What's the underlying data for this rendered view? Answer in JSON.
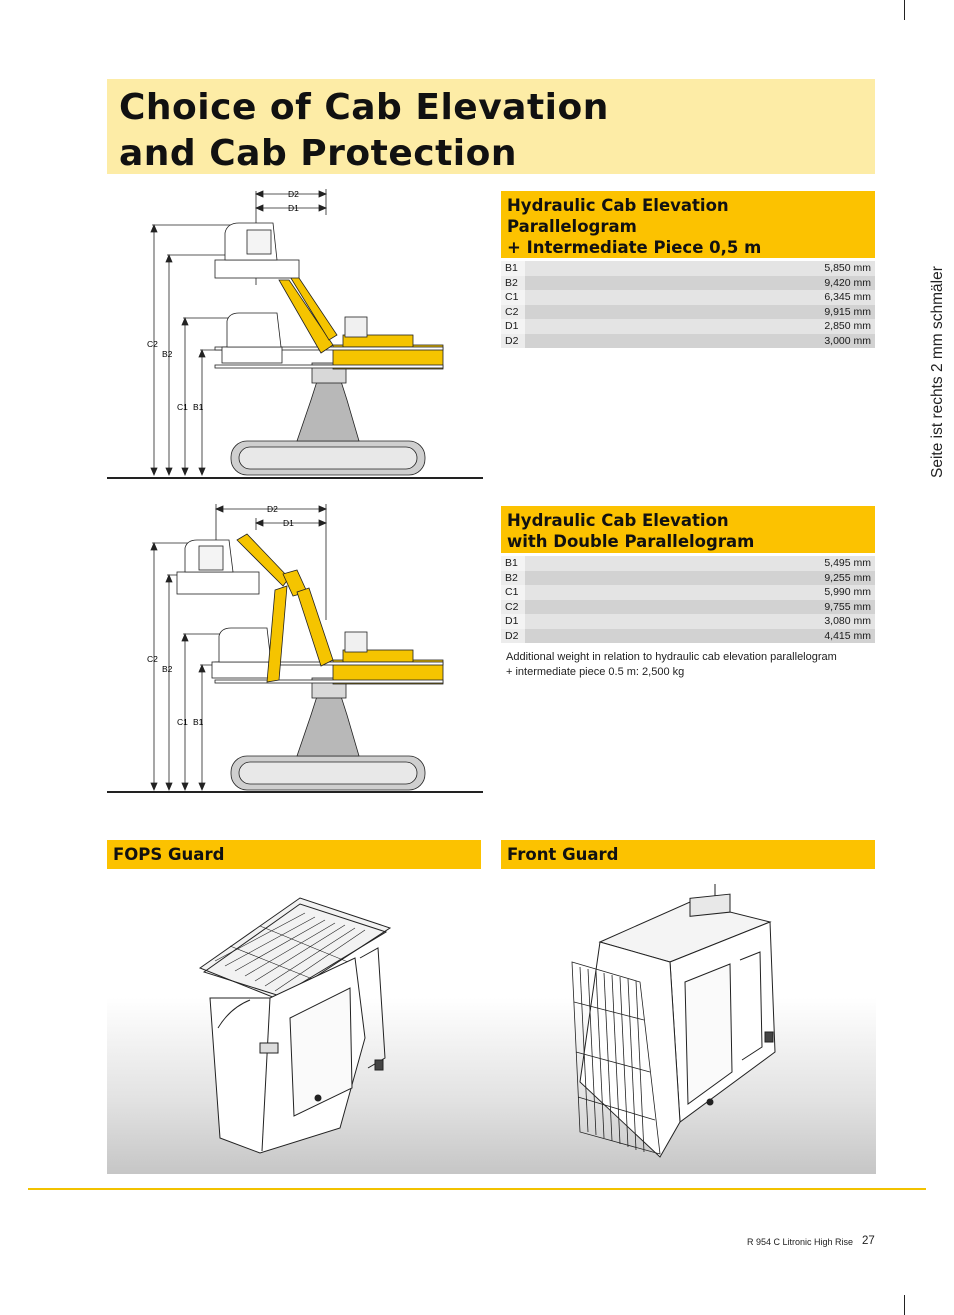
{
  "page_title_line1": "Choice of Cab Elevation",
  "page_title_line2": "and Cab Protection",
  "section1": {
    "title_lines": [
      "Hydraulic Cab Elevation",
      "Parallelogram",
      "+ Intermediate Piece 0,5 m"
    ],
    "rows": [
      {
        "label": "B1",
        "value": "5,850 mm"
      },
      {
        "label": "B2",
        "value": "9,420 mm"
      },
      {
        "label": "C1",
        "value": "6,345 mm"
      },
      {
        "label": "C2",
        "value": "9,915 mm"
      },
      {
        "label": "D1",
        "value": "2,850 mm"
      },
      {
        "label": "D2",
        "value": "3,000 mm"
      }
    ],
    "diagram_labels": {
      "d2": "D2",
      "d1": "D1",
      "c2": "C2",
      "b2": "B2",
      "c1": "C1",
      "b1": "B1"
    }
  },
  "section2": {
    "title_lines": [
      "Hydraulic Cab Elevation",
      "with Double Parallelogram"
    ],
    "rows": [
      {
        "label": "B1",
        "value": "5,495 mm"
      },
      {
        "label": "B2",
        "value": "9,255 mm"
      },
      {
        "label": "C1",
        "value": "5,990 mm"
      },
      {
        "label": "C2",
        "value": "9,755 mm"
      },
      {
        "label": "D1",
        "value": "3,080 mm"
      },
      {
        "label": "D2",
        "value": "4,415 mm"
      }
    ],
    "note_line1": "Additional weight in relation to hydraulic cab elevation parallelogram",
    "note_line2": "+ intermediate piece 0.5 m: 2,500 kg",
    "diagram_labels": {
      "d2": "D2",
      "d1": "D1",
      "c2": "C2",
      "b2": "B2",
      "c1": "C1",
      "b1": "B1"
    }
  },
  "fops_title": "FOPS Guard",
  "front_title": "Front Guard",
  "side_note": "Seite ist rechts 2 mm schmäler",
  "footer_text": "R 954 C Litronic High Rise",
  "page_number": "27",
  "colors": {
    "title_bg": "#fdeca6",
    "header_bg": "#fcc200",
    "machine_yellow": "#f5c400",
    "accent_line": "#f2c200"
  }
}
